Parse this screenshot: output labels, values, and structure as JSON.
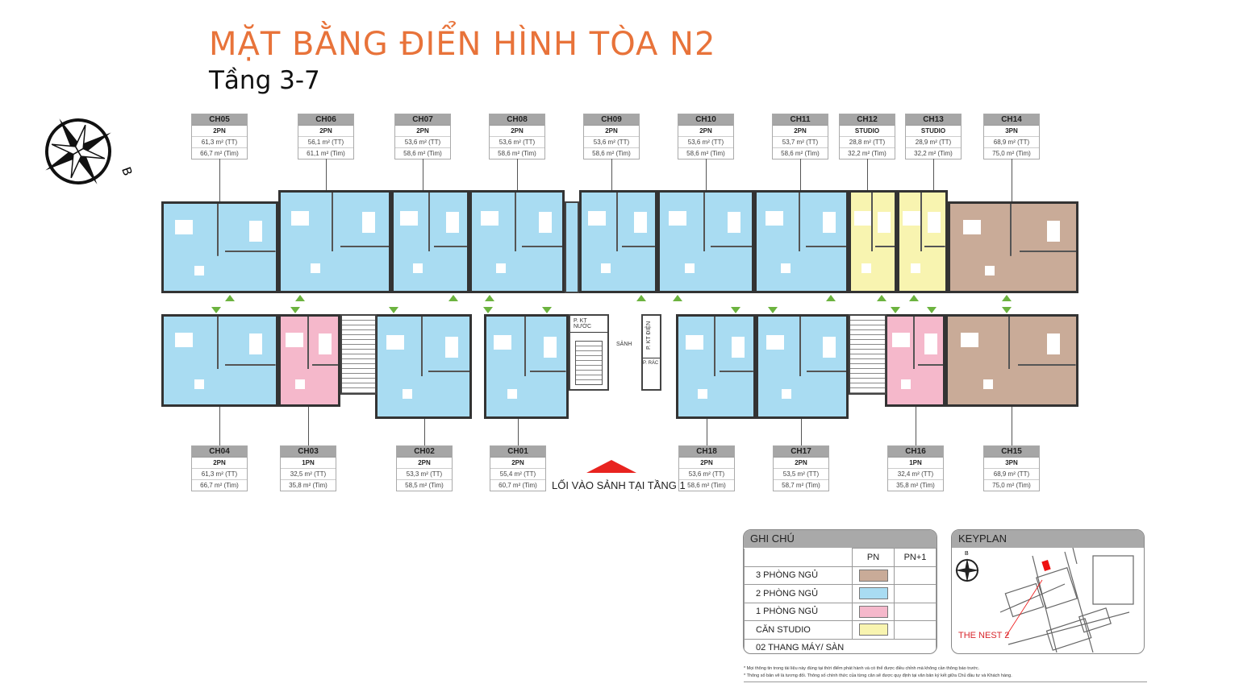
{
  "title": "MẶT BẰNG ĐIỂN HÌNH TÒA N2",
  "subtitle": "Tầng 3-7",
  "compass": {
    "label": "B"
  },
  "colors": {
    "title": "#e8733a",
    "3pn": "#c9ab98",
    "2pn": "#a9dcf2",
    "1pn": "#f5b8cb",
    "studio": "#f8f4b0",
    "accent_entrance": "#e8231f",
    "corridor_marker": "#6cb33f"
  },
  "units_top": [
    {
      "code": "CH05",
      "type": "2PN",
      "tt": "61,3 m² (TT)",
      "tim": "66,7 m² (Tim)",
      "kind": "2pn"
    },
    {
      "code": "CH06",
      "type": "2PN",
      "tt": "56,1 m² (TT)",
      "tim": "61,1 m² (Tim)",
      "kind": "2pn"
    },
    {
      "code": "CH07",
      "type": "2PN",
      "tt": "53,6 m² (TT)",
      "tim": "58,6 m² (Tim)",
      "kind": "2pn"
    },
    {
      "code": "CH08",
      "type": "2PN",
      "tt": "53,6 m² (TT)",
      "tim": "58,6 m² (Tim)",
      "kind": "2pn"
    },
    {
      "code": "CH09",
      "type": "2PN",
      "tt": "53,6 m² (TT)",
      "tim": "58,6 m² (Tim)",
      "kind": "2pn"
    },
    {
      "code": "CH10",
      "type": "2PN",
      "tt": "53,6 m² (TT)",
      "tim": "58,6 m² (Tim)",
      "kind": "2pn"
    },
    {
      "code": "CH11",
      "type": "2PN",
      "tt": "53,7 m² (TT)",
      "tim": "58,6 m² (Tim)",
      "kind": "2pn"
    },
    {
      "code": "CH12",
      "type": "STUDIO",
      "tt": "28,8 m² (TT)",
      "tim": "32,2 m² (Tim)",
      "kind": "studio"
    },
    {
      "code": "CH13",
      "type": "STUDIO",
      "tt": "28,9 m² (TT)",
      "tim": "32,2 m² (Tim)",
      "kind": "studio"
    },
    {
      "code": "CH14",
      "type": "3PN",
      "tt": "68,9 m² (TT)",
      "tim": "75,0 m² (Tim)",
      "kind": "3pn"
    }
  ],
  "units_bottom": [
    {
      "code": "CH04",
      "type": "2PN",
      "tt": "61,3 m² (TT)",
      "tim": "66,7 m² (Tim)",
      "kind": "2pn"
    },
    {
      "code": "CH03",
      "type": "1PN",
      "tt": "32,5 m² (TT)",
      "tim": "35,8 m² (Tim)",
      "kind": "1pn"
    },
    {
      "code": "CH02",
      "type": "2PN",
      "tt": "53,3 m² (TT)",
      "tim": "58,5 m² (Tim)",
      "kind": "2pn"
    },
    {
      "code": "CH01",
      "type": "2PN",
      "tt": "55,4 m² (TT)",
      "tim": "60,7 m² (Tim)",
      "kind": "2pn"
    },
    {
      "code": "CH18",
      "type": "2PN",
      "tt": "53,6 m² (TT)",
      "tim": "58,6 m² (Tim)",
      "kind": "2pn"
    },
    {
      "code": "CH17",
      "type": "2PN",
      "tt": "53,5 m² (TT)",
      "tim": "58,7 m² (Tim)",
      "kind": "2pn"
    },
    {
      "code": "CH16",
      "type": "1PN",
      "tt": "32,4 m² (TT)",
      "tim": "35,8 m² (Tim)",
      "kind": "1pn"
    },
    {
      "code": "CH15",
      "type": "3PN",
      "tt": "68,9 m² (TT)",
      "tim": "75,0 m² (Tim)",
      "kind": "3pn"
    }
  ],
  "core": {
    "water_room": "P. KT NƯỚC",
    "lobby": "SẢNH",
    "electric_room": "P. KT ĐIỆN",
    "trash_room": "P. RÁC"
  },
  "entrance": "LỐI VÀO SẢNH TẠI TẦNG 1",
  "legend": {
    "title": "GHI CHÚ",
    "col_pn": "PN",
    "col_pn1": "PN+1",
    "rows": [
      {
        "label": "3 PHÒNG NGỦ",
        "kind": "3pn"
      },
      {
        "label": "2 PHÒNG NGỦ",
        "kind": "2pn"
      },
      {
        "label": "1 PHÒNG NGỦ",
        "kind": "1pn"
      },
      {
        "label": "CĂN STUDIO",
        "kind": "studio"
      }
    ],
    "elevators": "02 THANG MÁY/ SÀN"
  },
  "keyplan": {
    "title": "KEYPLAN",
    "compass_label": "B",
    "project": "THE NEST 2"
  },
  "footnotes": [
    "* Mọi thông tin trong tài liệu này đúng tại thời điểm phát hành và có thể được điều chỉnh mà không cần thông báo trước.",
    "* Thông số bản vẽ là tương đối. Thông số chính thức của từng căn sẽ được quy định tại văn bản ký kết giữa Chủ đầu tư và Khách hàng."
  ]
}
